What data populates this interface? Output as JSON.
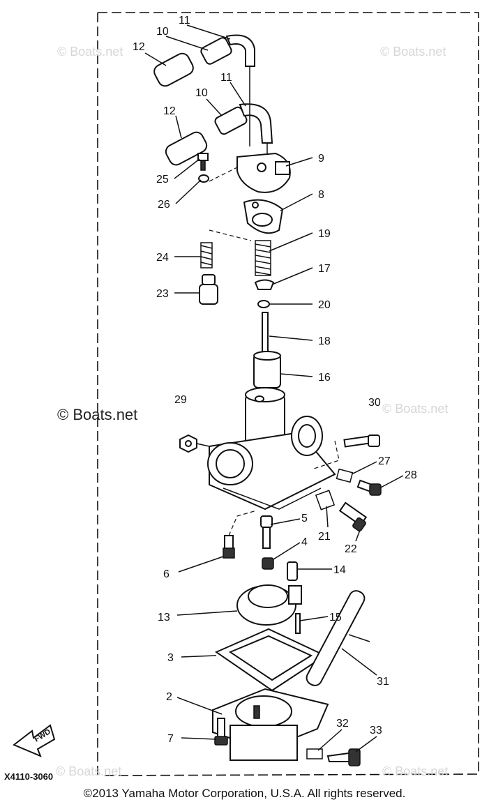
{
  "watermark_text": "© Boats.net",
  "diagram_code": "X4110-3060",
  "fwd_label": "FWD",
  "copyright": "©2013 Yamaha Motor Corporation, U.S.A. All rights reserved.",
  "callouts": [
    "11",
    "10",
    "12",
    "11",
    "10",
    "12",
    "9",
    "25",
    "26",
    "8",
    "19",
    "24",
    "17",
    "23",
    "20",
    "18",
    "16",
    "29",
    "30",
    "27",
    "28",
    "21",
    "22",
    "5",
    "4",
    "6",
    "14",
    "13",
    "15",
    "3",
    "31",
    "2",
    "32",
    "33",
    "7"
  ]
}
